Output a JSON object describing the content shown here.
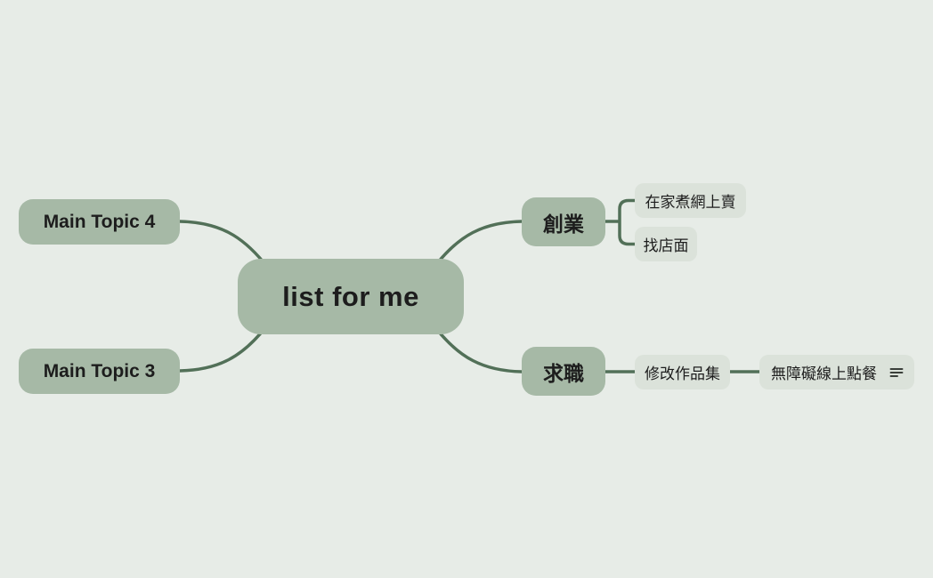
{
  "canvas": {
    "background_color": "#e7ece7"
  },
  "colors": {
    "topic_fill": "#a6b9a6",
    "subtopic_fill": "#dbe2da",
    "connector": "#527058",
    "text": "#1d1d1d"
  },
  "mindmap": {
    "root": {
      "label": "list for me"
    },
    "left_topics": [
      {
        "label": "Main Topic 4"
      },
      {
        "label": "Main Topic 3"
      }
    ],
    "right_topics": [
      {
        "label": "創業",
        "children": [
          {
            "label": "在家煮網上賣"
          },
          {
            "label": "找店面"
          }
        ]
      },
      {
        "label": "求職",
        "children": [
          {
            "label": "修改作品集",
            "children": [
              {
                "label": "無障礙線上點餐",
                "icon": "notes-icon"
              }
            ]
          }
        ]
      }
    ]
  }
}
